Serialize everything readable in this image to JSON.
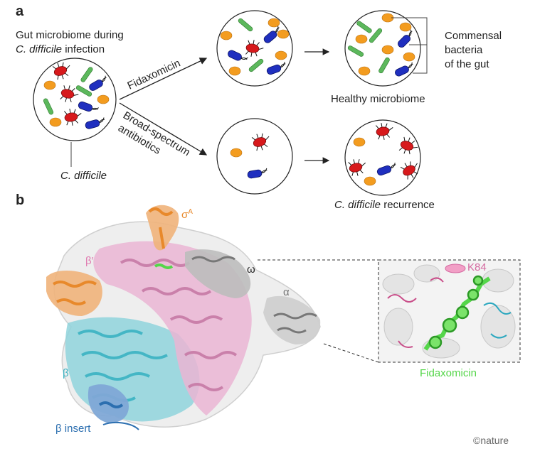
{
  "panel_a": {
    "letter": "a",
    "infection_label_line1": "Gut microbiome during",
    "infection_label_line2_italic": "C. difficile",
    "infection_label_line2_rest": " infection",
    "pathogen_label": "C. difficile",
    "arrow_up_label": "Fidaxomicin",
    "arrow_down_label_line1": "Broad-spectrum",
    "arrow_down_label_line2": "antibiotics",
    "commensal_line1": "Commensal",
    "commensal_line2": "bacteria",
    "commensal_line3": "of the gut",
    "healthy_label": "Healthy microbiome",
    "recurrence_italic": "C. difficile",
    "recurrence_rest": " recurrence"
  },
  "panel_b": {
    "letter": "b",
    "sigma_base": "σ",
    "sigma_sup": "A",
    "beta_prime": "β′",
    "omega": "ω",
    "alpha": "α",
    "beta": "β",
    "beta_insert": "β insert",
    "k84": "K84",
    "fidaxomicin": "Fidaxomicin"
  },
  "credit": "©nature",
  "colors": {
    "pathogen_red": "#d7191c",
    "commensal_blue": "#1f2fbf",
    "commensal_green": "#5cb85c",
    "commensal_orange": "#f39c1f",
    "sigma_orange": "#e8892b",
    "beta_prime_pink": "#e07ab0",
    "beta_cyan": "#3bb3c3",
    "beta_insert_blue": "#2c6fb0",
    "omega_gray": "#555555",
    "fidaxomicin_green": "#55d64a"
  }
}
